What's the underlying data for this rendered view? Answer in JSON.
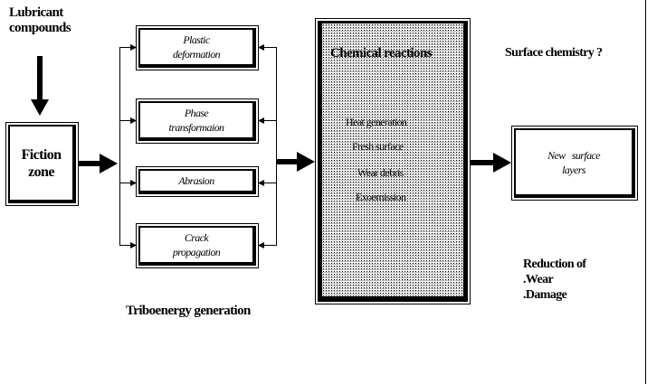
{
  "diagram": {
    "input_label": [
      "Lubricant",
      "compounds"
    ],
    "friction_zone": [
      "Fiction",
      "zone"
    ],
    "mechanisms": [
      {
        "lines": [
          "Plastic",
          "deformation"
        ]
      },
      {
        "lines": [
          "Phase",
          "transformaion"
        ]
      },
      {
        "lines": [
          "Abrasion"
        ]
      },
      {
        "lines": [
          "Crack",
          "propagation"
        ]
      }
    ],
    "mechanisms_caption": "Triboenergy generation",
    "chemical_box": {
      "title": "Chemical reactions",
      "items": [
        "Heat generation",
        "Fresh surface",
        "Wear debris",
        "Exoemission"
      ]
    },
    "surface_question": "Surface chemistry ?",
    "output_box": [
      "New   surface",
      "layers"
    ],
    "result": [
      "Reduction of",
      ".Wear",
      ".Damage"
    ]
  }
}
